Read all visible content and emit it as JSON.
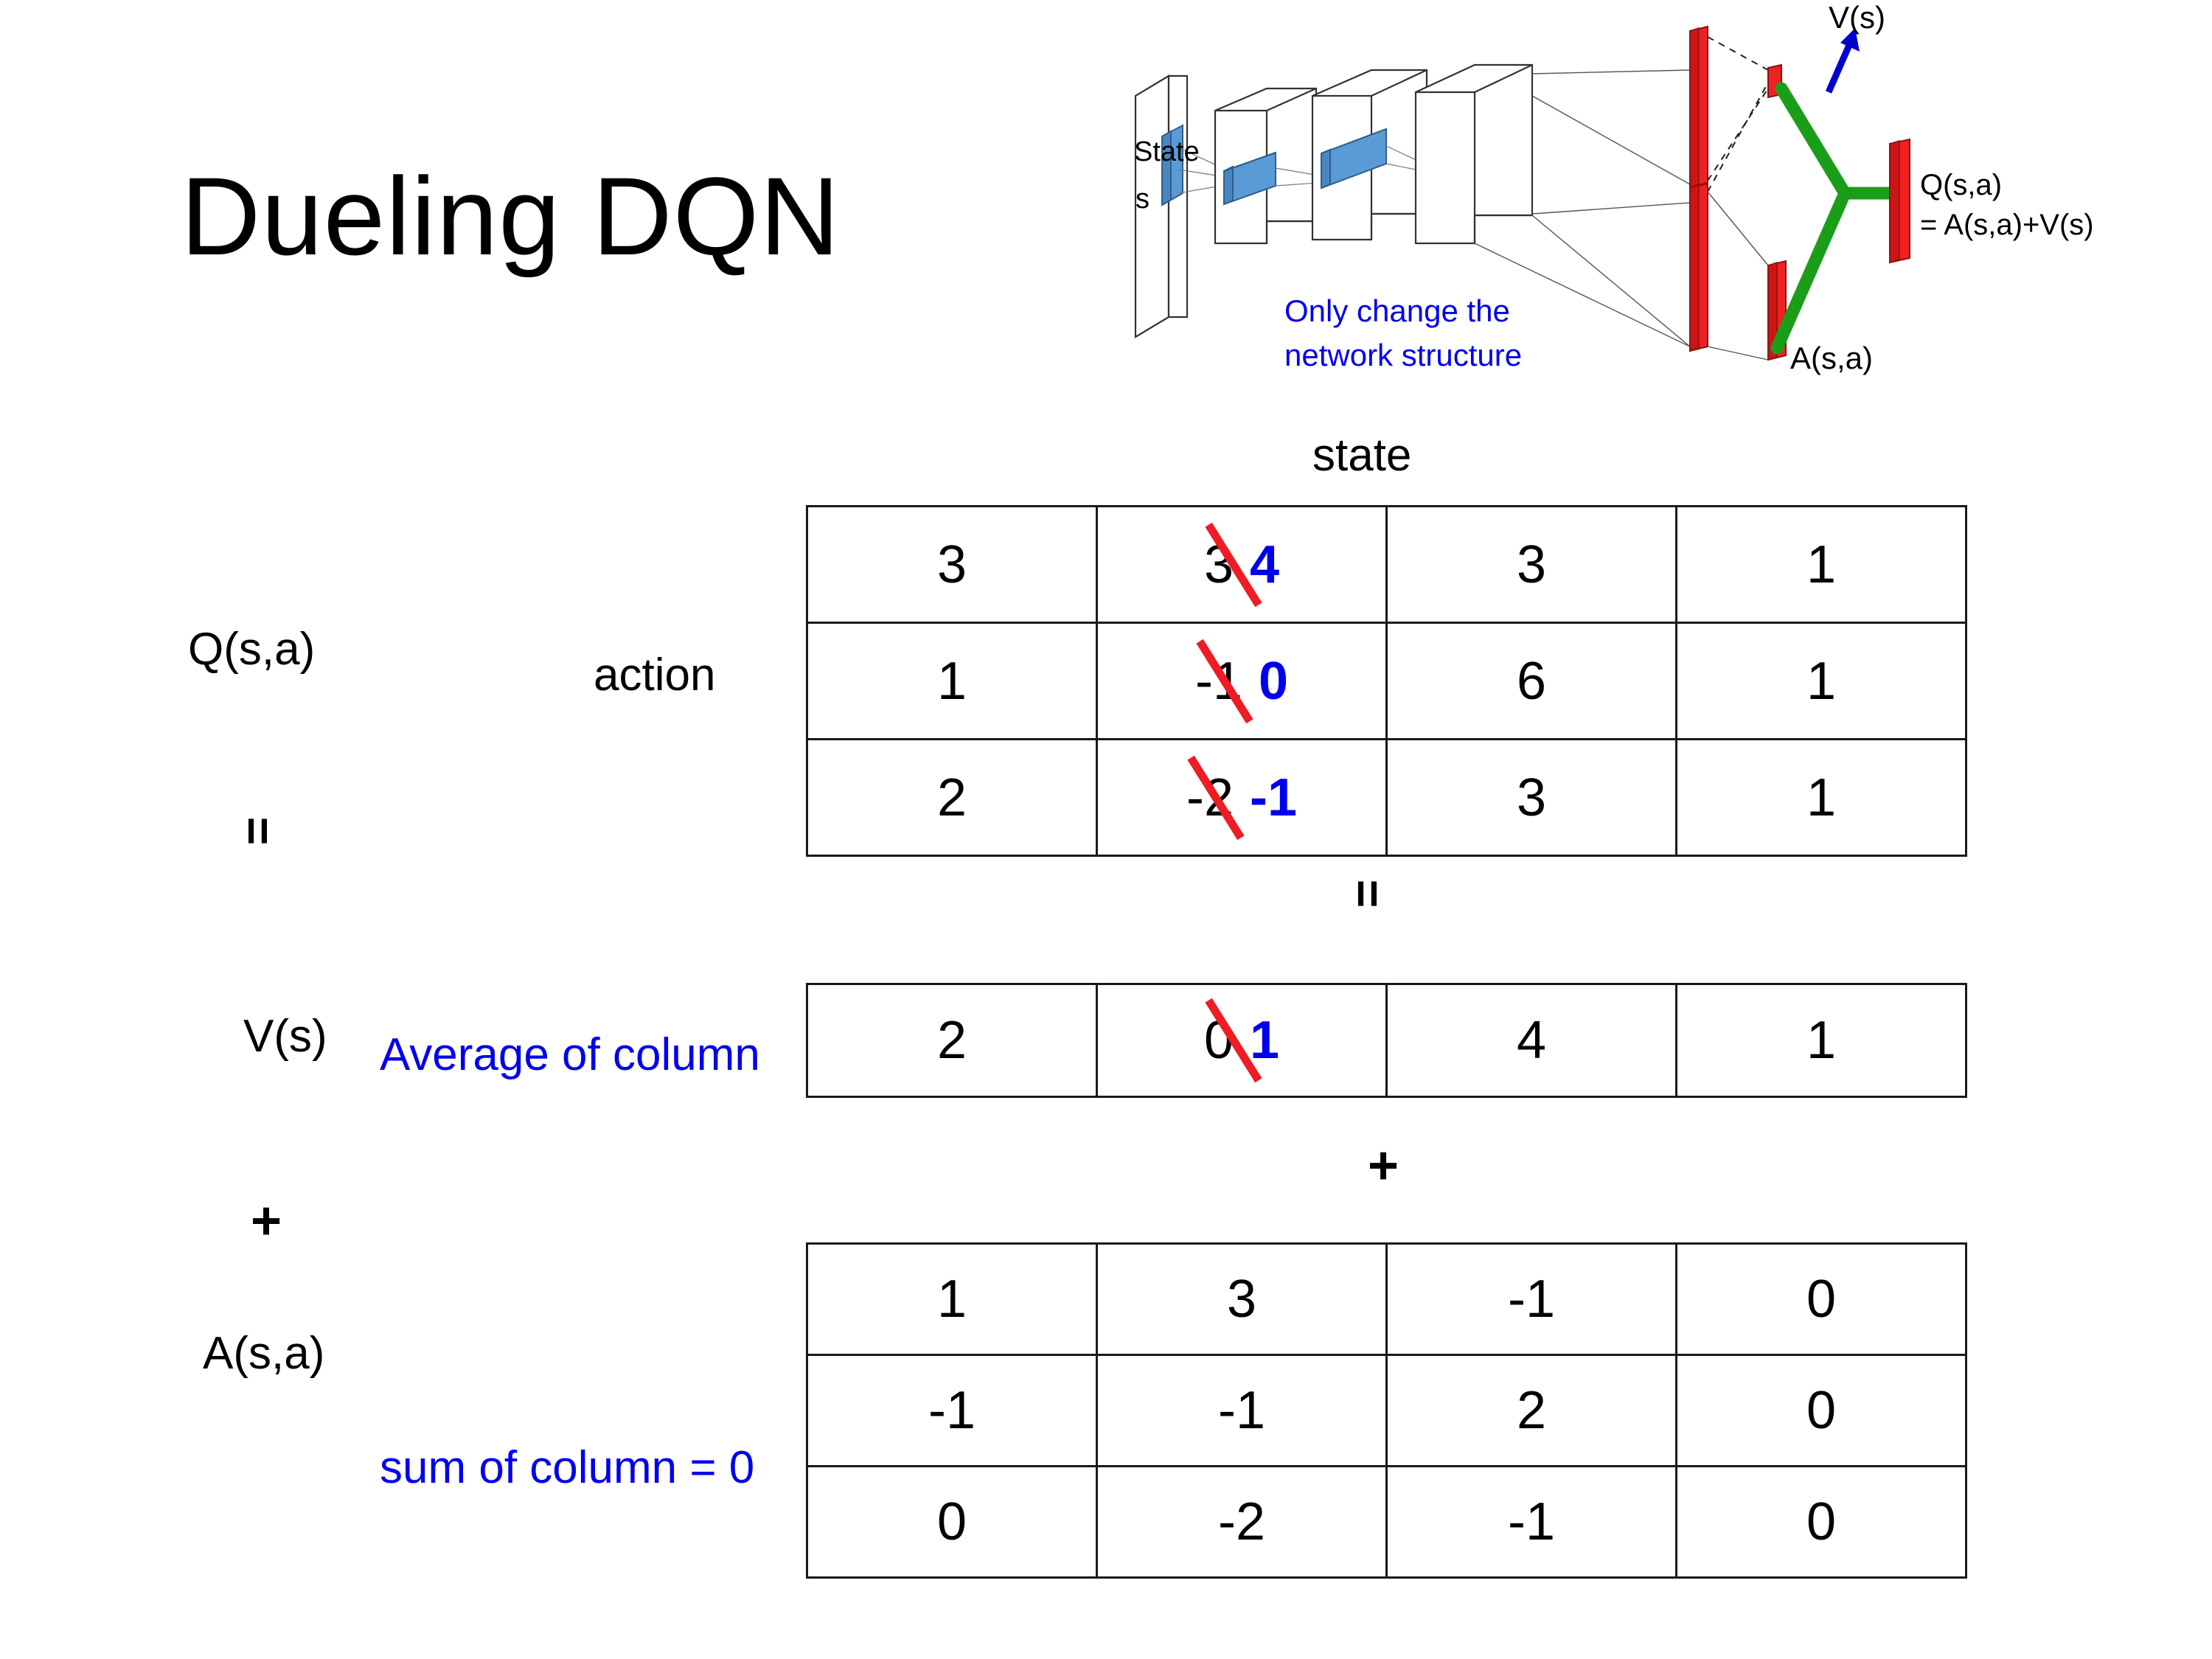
{
  "title": "Dueling DQN",
  "diagram": {
    "state_label_line1": "State",
    "state_label_line2": "s",
    "note_line1": "Only change the",
    "note_line2": "network structure",
    "v_label": "V(s)",
    "a_label": "A(s,a)",
    "q_label_line1": "Q(s,a)",
    "q_label_line2": "= A(s,a)+V(s)",
    "colors": {
      "note": "#0000EE",
      "arrow": "#0000CC",
      "bar": "#EE2222",
      "merge": "#1A9E1A",
      "slab": "#5B9BD5"
    }
  },
  "axes": {
    "state_label": "state",
    "action_label": "action"
  },
  "row_labels": {
    "q": "Q(s,a)",
    "v": "V(s)",
    "a": "A(s,a)",
    "equals": "=",
    "plus": "+"
  },
  "notes": {
    "average_of_column": "Average of column",
    "sum_of_column": "sum of column = 0",
    "color": "#0000EE"
  },
  "colors": {
    "strike": "#EE1C25",
    "corrected": "#0000EE",
    "border": "#1a1a1a"
  },
  "chart_data": {
    "type": "table",
    "title": "Dueling DQN value/advantage decomposition",
    "xlabel": "state",
    "ylabel": "action",
    "tables": [
      {
        "name": "Q(s,a)",
        "rows": [
          [
            {
              "value": "3"
            },
            {
              "value": "3",
              "struck": true,
              "corrected": "4"
            },
            {
              "value": "3"
            },
            {
              "value": "1"
            }
          ],
          [
            {
              "value": "1"
            },
            {
              "value": "-1",
              "struck": true,
              "corrected": "0"
            },
            {
              "value": "6"
            },
            {
              "value": "1"
            }
          ],
          [
            {
              "value": "2"
            },
            {
              "value": "-2",
              "struck": true,
              "corrected": "-1"
            },
            {
              "value": "3"
            },
            {
              "value": "1"
            }
          ]
        ]
      },
      {
        "name": "V(s)",
        "rows": [
          [
            {
              "value": "2"
            },
            {
              "value": "0",
              "struck": true,
              "corrected": "1"
            },
            {
              "value": "4"
            },
            {
              "value": "1"
            }
          ]
        ]
      },
      {
        "name": "A(s,a)",
        "rows": [
          [
            {
              "value": "1"
            },
            {
              "value": "3"
            },
            {
              "value": "-1"
            },
            {
              "value": "0"
            }
          ],
          [
            {
              "value": "-1"
            },
            {
              "value": "-1"
            },
            {
              "value": "2"
            },
            {
              "value": "0"
            }
          ],
          [
            {
              "value": "0"
            },
            {
              "value": "-2"
            },
            {
              "value": "-1"
            },
            {
              "value": "0"
            }
          ]
        ]
      }
    ]
  }
}
